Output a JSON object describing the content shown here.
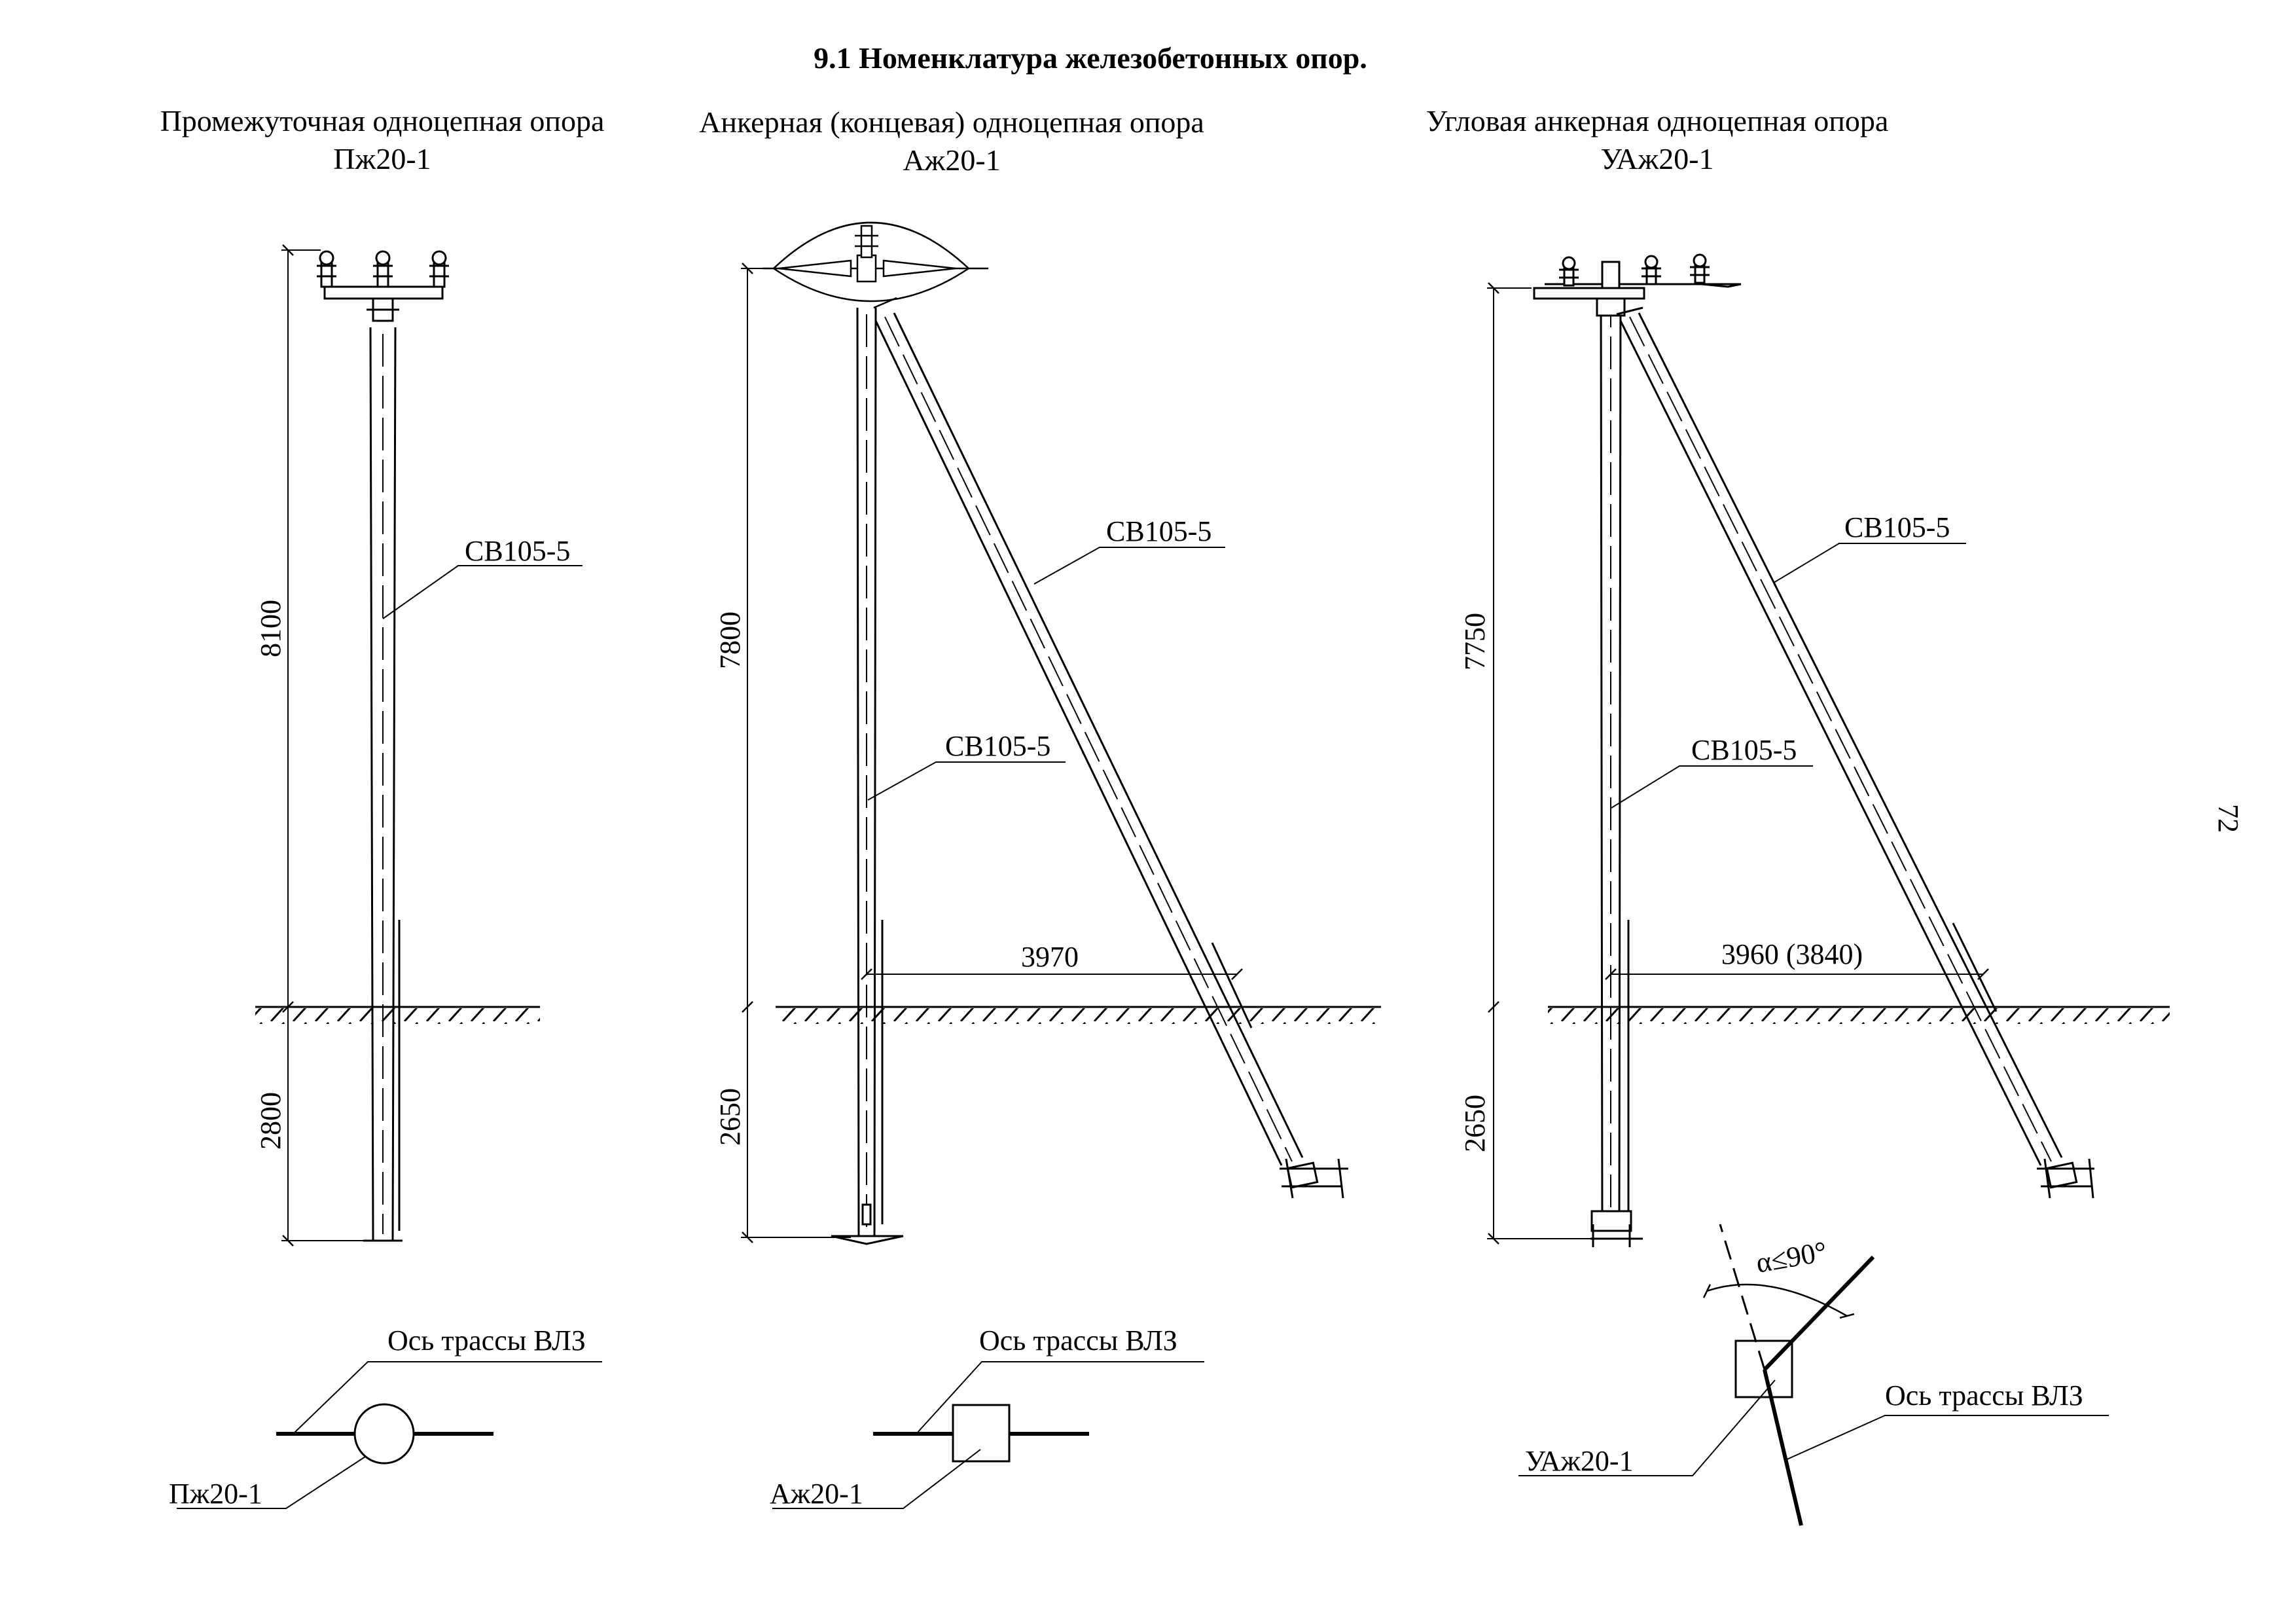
{
  "page_title": "9.1 Номенклатура железобетонных опор.",
  "page_number": "72",
  "supports": [
    {
      "caption": "Промежуточная одноцепная опора",
      "code": "Пж20-1",
      "post_label": "СВ105-5",
      "height_above": "8100",
      "depth_below": "2800",
      "plan_axis_label": "Ось трассы ВЛЗ",
      "plan_symbol_label": "Пж20-1"
    },
    {
      "caption": "Анкерная (концевая) одноцепная опора",
      "code": "Аж20-1",
      "post_label": "СВ105-5",
      "strut_label": "СВ105-5",
      "height_above": "7800",
      "depth_below": "2650",
      "strut_base_distance": "3970",
      "plan_axis_label": "Ось трассы ВЛЗ",
      "plan_symbol_label": "Аж20-1"
    },
    {
      "caption": "Угловая анкерная одноцепная опора",
      "code": "УАж20-1",
      "post_label": "СВ105-5",
      "strut_label": "СВ105-5",
      "height_above": "7750",
      "depth_below": "2650",
      "strut_base_distance": "3960 (3840)",
      "plan_axis_label": "Ось трассы ВЛЗ",
      "plan_symbol_label": "УАж20-1",
      "angle_label": "α≤90°"
    }
  ]
}
